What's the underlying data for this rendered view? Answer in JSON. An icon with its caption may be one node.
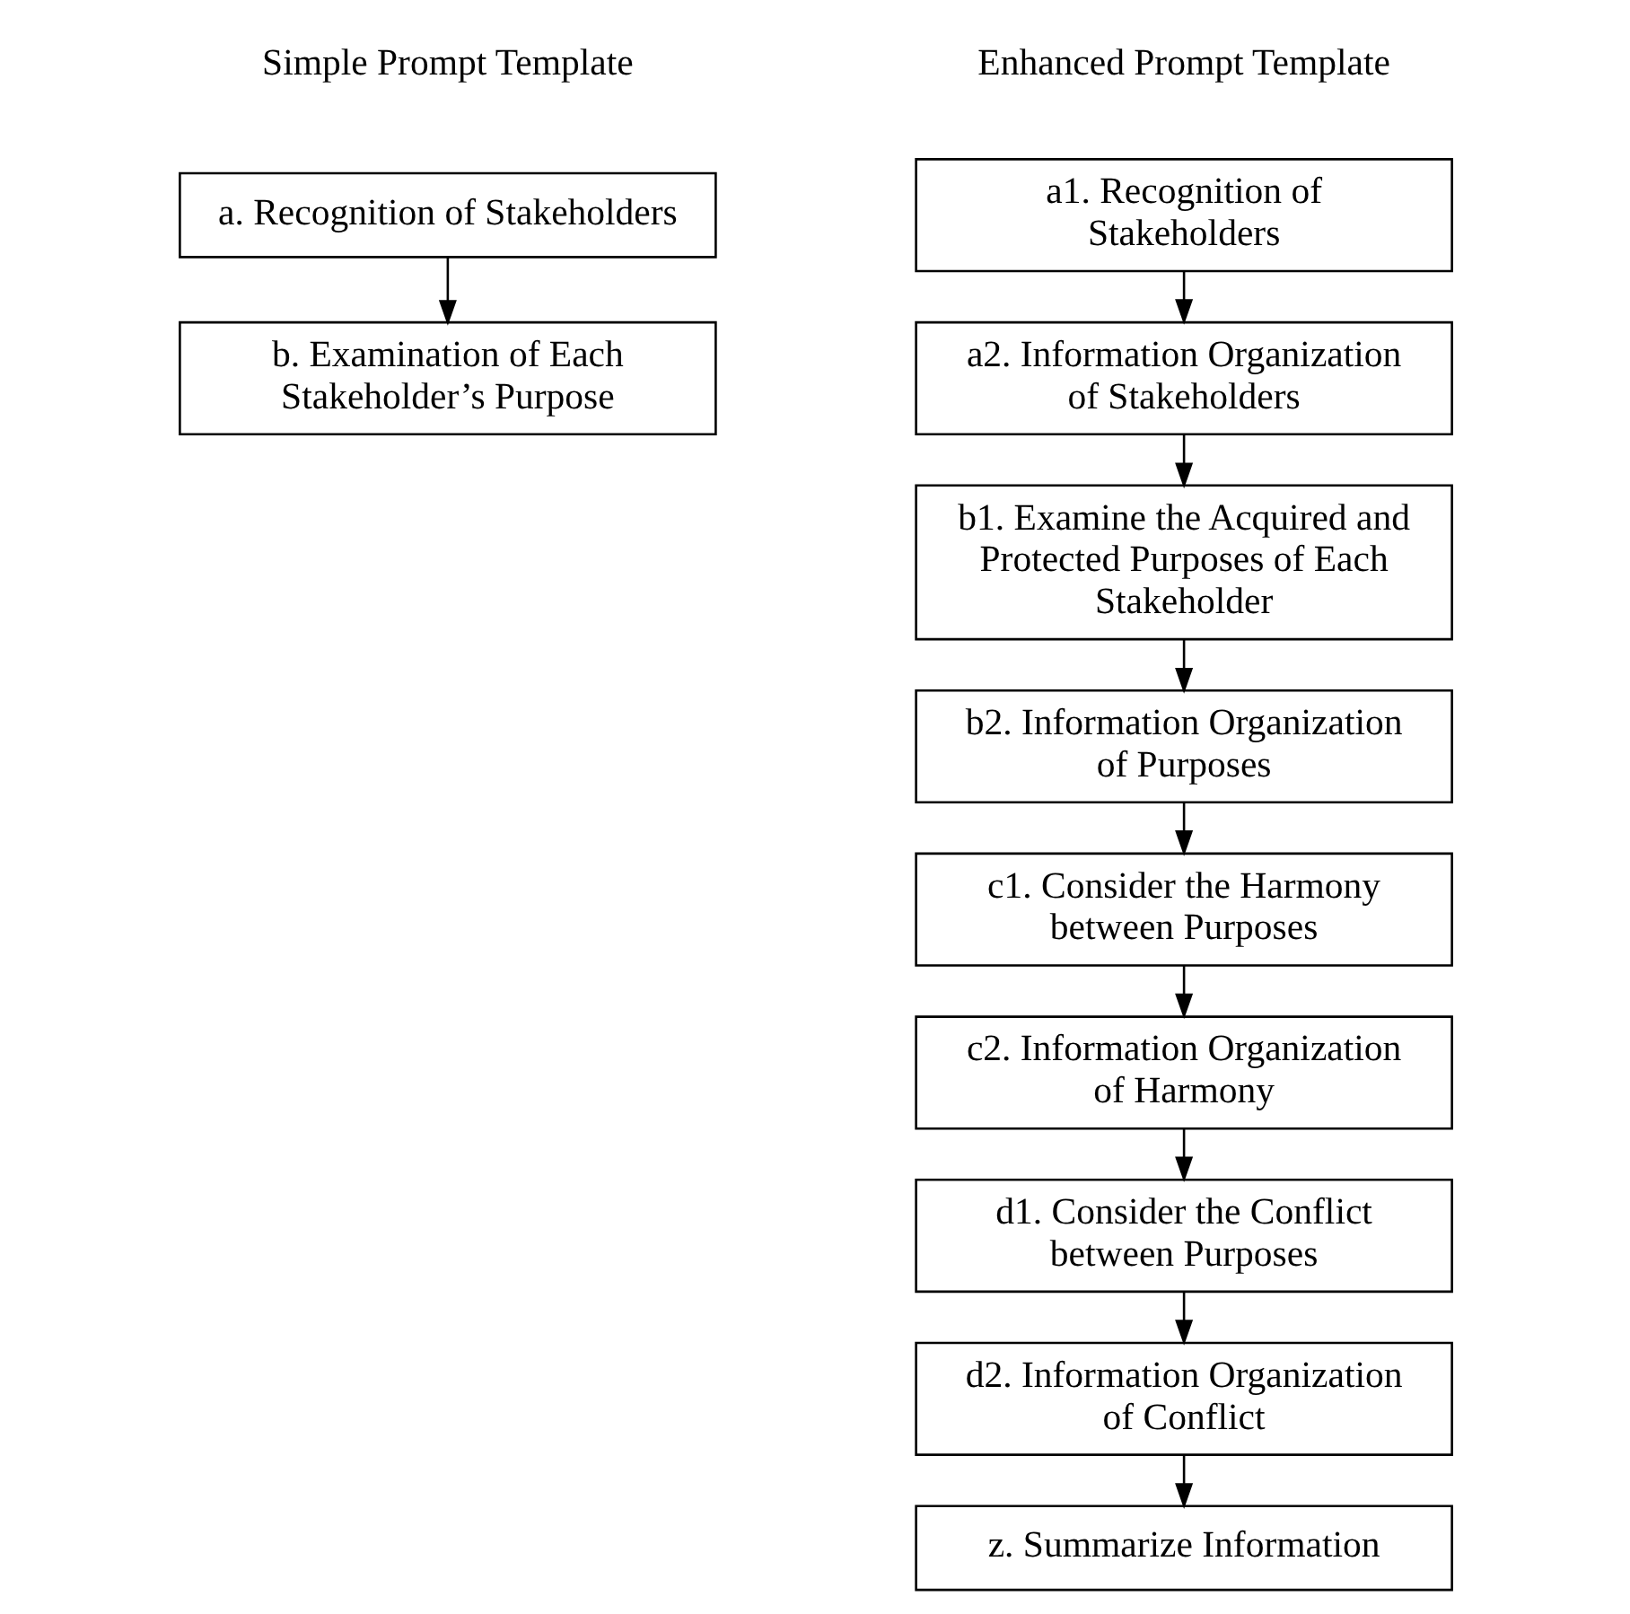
{
  "diagram": {
    "nodes": [
      {
        "text": [
          "a. Recognition of Stakeholders"
        ]
      },
      {
        "text": [
          "b. Examination of Each Stakeholder’s Purpose"
        ]
      },
      {
        "text": [
          "a1. Recognition of Stakeholders"
        ]
      },
      {
        "text": [
          "a2. Information Organization of Stakeholders"
        ]
      },
      {
        "text": [
          "b1. Examine the Acquired and Protected Purposes of Each Stakeholder"
        ]
      },
      {
        "text": [
          "b2. Information Organization of Purposes"
        ]
      },
      {
        "text": [
          "c1. Consider the Harmony between Purposes"
        ]
      },
      {
        "text": [
          "c2. Information Organization of Harmony"
        ]
      },
      {
        "text": [
          "d1. Consider the Conflict between Purposes"
        ]
      },
      {
        "text": [
          "d2. Information Organization of Conflict"
        ]
      },
      {
        "text": [
          "z. Summarize Information"
        ]
      }
    ],
    "edges": [
      {
        "from": 0,
        "to": 1,
        "arrow": "to"
      },
      {
        "from": 2,
        "to": 3,
        "arrow": "to"
      },
      {
        "from": 3,
        "to": 4,
        "arrow": "to"
      },
      {
        "from": 4,
        "to": 5,
        "arrow": "to"
      },
      {
        "from": 5,
        "to": 6,
        "arrow": "to"
      },
      {
        "from": 6,
        "to": 7,
        "arrow": "to"
      },
      {
        "from": 7,
        "to": 8,
        "arrow": "to"
      },
      {
        "from": 8,
        "to": 9,
        "arrow": "to"
      },
      {
        "from": 9,
        "to": 10,
        "arrow": "to"
      }
    ],
    "labels": [
      "Simple Prompt Template",
      "Enhanced Prompt Template"
    ]
  }
}
